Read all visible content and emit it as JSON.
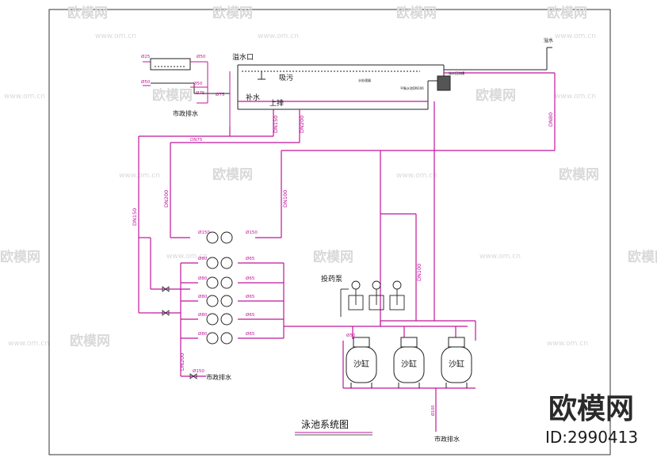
{
  "title": "泳池系统图",
  "labels": {
    "overflow_outlet": "溢水口",
    "suction": "吸污",
    "makeup_water": "补水",
    "top_drain": "上排",
    "municipal_drain_top": "市政排水",
    "municipal_drain_left": "市政排水",
    "municipal_drain_bottom": "市政排水",
    "dosing_pump": "投药泵",
    "sand_tank_1": "沙缸",
    "sand_tank_2": "沙缸",
    "sand_tank_3": "沙缸",
    "small_note_1": "水处理器",
    "small_note_2": "平衡水池DN100",
    "small_note_3": "溢水回流槽",
    "small_note_right": "溢水"
  },
  "dimensions": {
    "d25": "Ø25",
    "d50_a": "Ø50",
    "d50_b": "Ø50",
    "d50_c": "Ø50",
    "d75_a": "Ø75",
    "d75_b": "Ø75",
    "d75_dn": "DN75",
    "dn150_a": "DN150",
    "dn200_a": "DN200",
    "dn150_left": "DN150",
    "dn200_left": "DN200",
    "dn100_mid": "DN100",
    "dn200_bottom": "DN200",
    "dn100_right": "DN100",
    "dn80_right": "DN80",
    "p150_a": "Ø150",
    "p150_b": "Ø150",
    "p80": "Ø80",
    "p65": "Ø65",
    "p150_drain": "Ø150",
    "p50_tank": "Ø50",
    "p100_bottom": "Ø100"
  },
  "watermark": {
    "brand": "欧模网",
    "site": "www.om.cn",
    "id": "ID:2990413"
  },
  "colors": {
    "pipe": "#c0169c",
    "line": "#222222",
    "watermark": "#d9d9d9"
  }
}
